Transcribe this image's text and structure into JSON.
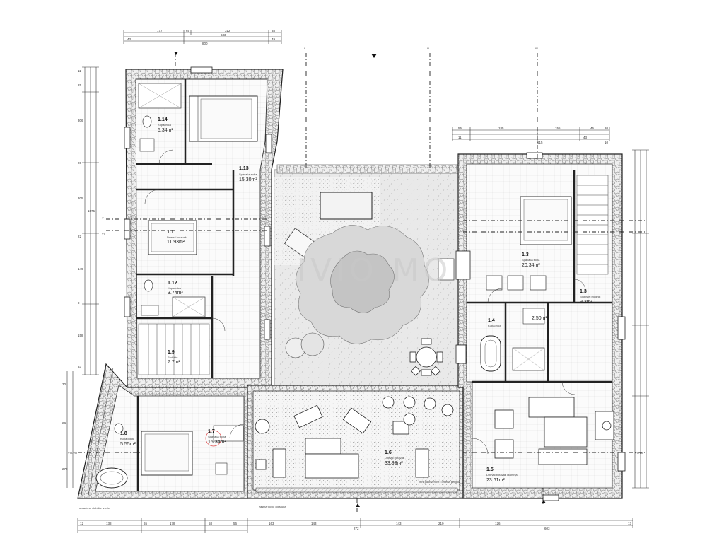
{
  "watermark": "IVIO MO",
  "section_markers": [
    "II",
    "III",
    "IV",
    "I",
    "V",
    "VI",
    "VII-VII",
    "VIII-VIII"
  ],
  "rooms": [
    {
      "id": "r114",
      "number": "1.14",
      "name": "Kupaonica",
      "area": "5.34m²"
    },
    {
      "id": "r113",
      "number": "1.13",
      "name": "Spavaća soba",
      "area": "15.30m²"
    },
    {
      "id": "r111",
      "number": "1.11",
      "name": "Dnevni boravak",
      "area": "11.93m²"
    },
    {
      "id": "r112",
      "number": "1.12",
      "name": "Kupaonica",
      "area": "3.74m²"
    },
    {
      "id": "r19",
      "number": "1.9",
      "name": "Stubište",
      "area": "7.7m²"
    },
    {
      "id": "r18",
      "number": "1.8",
      "name": "Kupaonica",
      "area": "5.55m²"
    },
    {
      "id": "r17",
      "number": "1.7",
      "name": "Spavaća soba",
      "area": "15.34m²"
    },
    {
      "id": "r16",
      "number": "1.6",
      "name": "Dnevni boravak",
      "area": "33.93m²"
    },
    {
      "id": "r13",
      "number": "1.3",
      "name": "Spavaća soba",
      "area": "20.34m²"
    },
    {
      "id": "r131",
      "number": "1.3",
      "name": "Stubište i hodnik",
      "area": "9.3m²"
    },
    {
      "id": "r14",
      "number": "1.4",
      "name": "Kupaonica",
      "area": "",
      "sub": "2.50m²"
    },
    {
      "id": "r15",
      "number": "1.5",
      "name": "Dnevni boravak i kuhinja",
      "area": "23.61m²"
    }
  ],
  "notes": {
    "bottom_left": "obrađeno stubište iz vrta",
    "bottom_mid": "zaštita tlo/tlo od stupa",
    "bottom_right": "vrtni pokriven vrt i drvena pergola"
  },
  "dims_top": [
    "177",
    "65",
    "312",
    "38",
    "633",
    "43",
    "49",
    "800"
  ],
  "dims_top_right": [
    "55",
    "185",
    "155",
    "45",
    "20",
    "11",
    "43",
    "515",
    "10"
  ],
  "dims_bottom": [
    "12",
    "138",
    "65",
    "178",
    "58",
    "56",
    "163",
    "143",
    "272",
    "143",
    "210",
    "126",
    "13",
    "603"
  ],
  "dims_left": [
    "11",
    "25",
    "306",
    "20",
    "305",
    "22",
    "149",
    "9",
    "158",
    "33",
    "1075",
    "30",
    "69",
    "270"
  ]
}
